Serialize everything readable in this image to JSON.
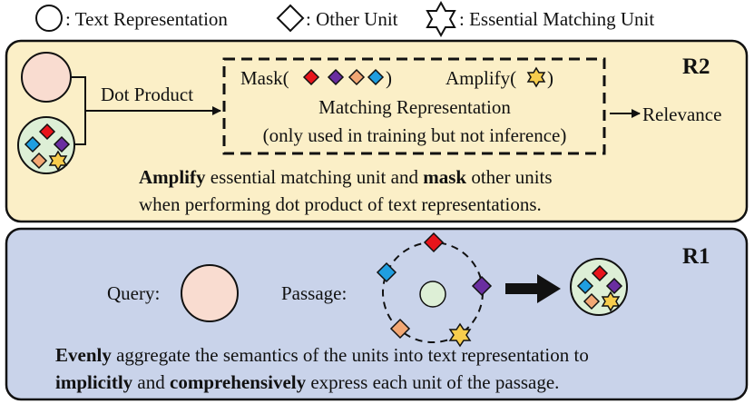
{
  "legend": {
    "text_rep": ": Text Representation",
    "other_unit": ": Other Unit",
    "essential_unit": ": Essential Matching Unit"
  },
  "r2": {
    "label": "R2",
    "dot_product": "Dot Product",
    "mask": "Mask(",
    "mask_close": ")",
    "amplify": "Amplify(",
    "amplify_close": ")",
    "matching_rep": "Matching Representation",
    "training_note": "(only used in training but not inference)",
    "relevance": "Relevance",
    "desc_bold1": "Amplify",
    "desc_text1": " essential matching unit and ",
    "desc_bold2": "mask",
    "desc_text2": " other units",
    "desc_line2": "when performing dot product of text representations."
  },
  "r1": {
    "label": "R1",
    "query": "Query:",
    "passage": "Passage:",
    "desc_bold1": "Evenly",
    "desc_text1": " aggregate the semantics of the units into text representation to",
    "desc_bold2": "implicitly",
    "desc_text2": " and ",
    "desc_bold3": "comprehensively",
    "desc_text3": " express each unit of the passage."
  },
  "colors": {
    "r2_bg": "#fbefc7",
    "r1_bg": "#c9d3ea",
    "query_circle": "#f9dcd0",
    "passage_circle": "#ddefd6",
    "red": "#e8141b",
    "purple": "#6a2ea0",
    "orange": "#f2a774",
    "blue": "#1f9ee0",
    "star": "#f7cd4d"
  }
}
